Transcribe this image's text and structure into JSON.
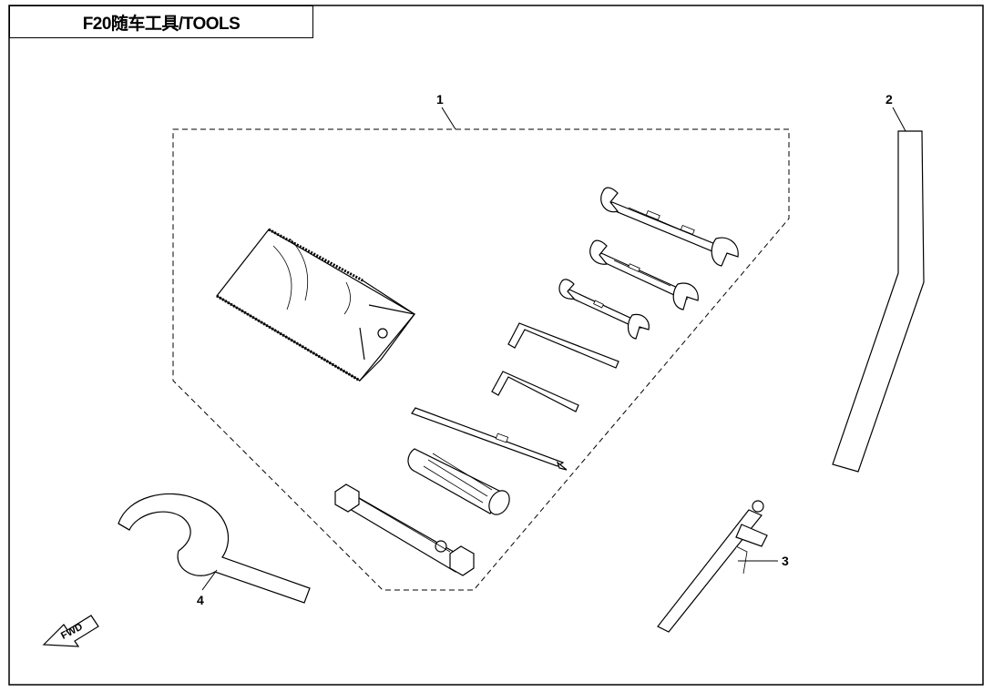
{
  "title": "F20随车工具/TOOLS",
  "callouts": {
    "c1": "1",
    "c2": "2",
    "c3": "3",
    "c4": "4"
  },
  "direction_marker": "FWD",
  "icons": {
    "direction": "fwd-arrow-icon"
  }
}
